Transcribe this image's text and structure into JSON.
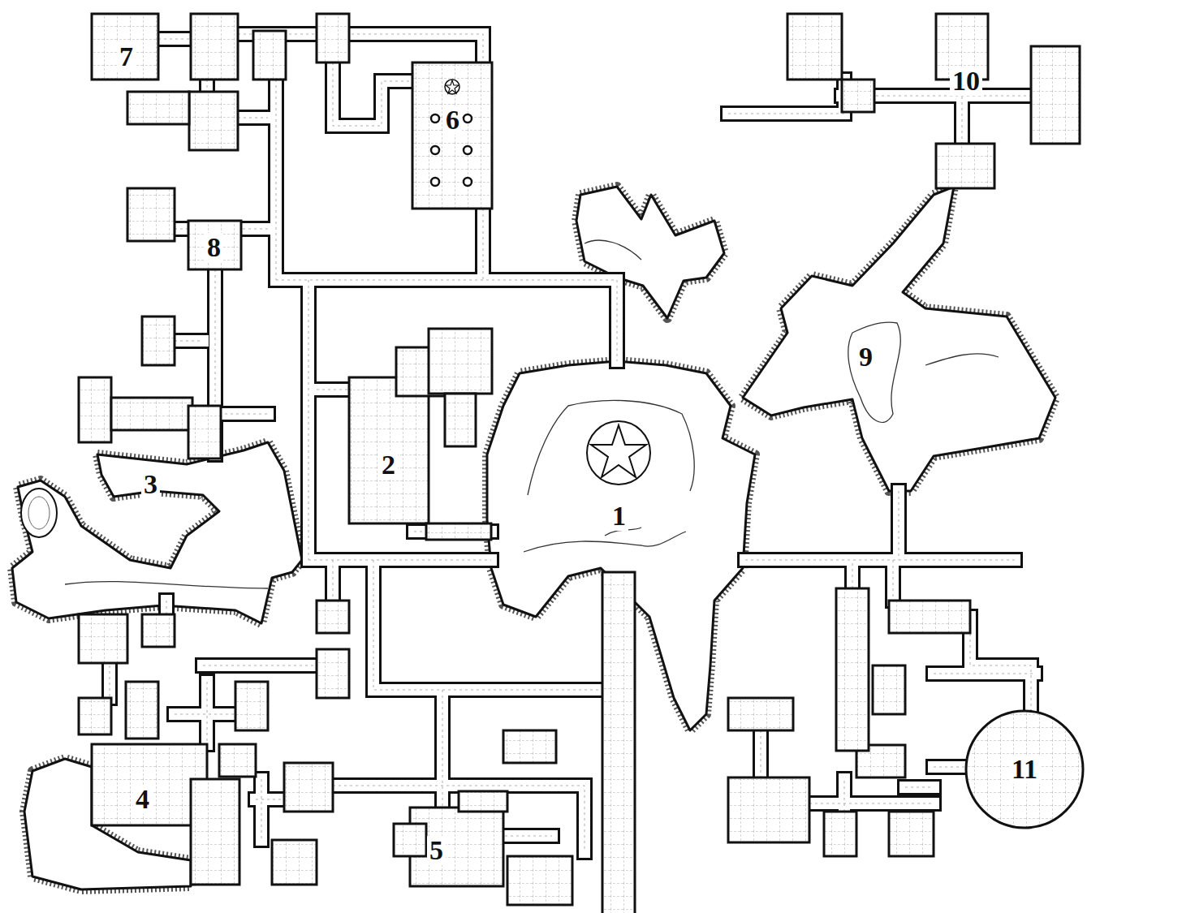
{
  "diagram": {
    "labels": [
      "7",
      "6",
      "10",
      "8",
      "9",
      "3",
      "2",
      "1",
      "4",
      "5",
      "11"
    ]
  }
}
